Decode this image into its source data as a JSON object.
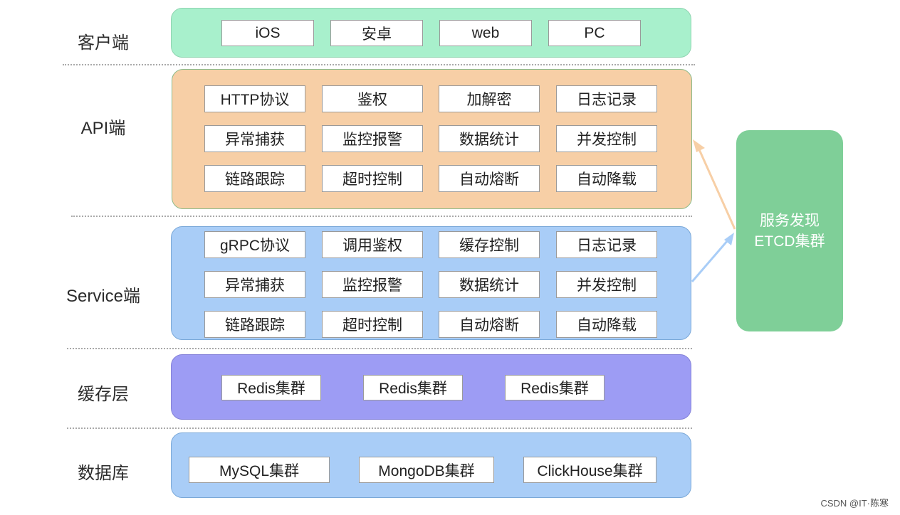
{
  "rows": [
    {
      "label": "客户端",
      "color": "#a8f0cc",
      "border": "#8fd4b0",
      "boxes": [
        [
          "iOS",
          "安卓",
          "web",
          "PC"
        ]
      ]
    },
    {
      "label": "API端",
      "color": "#f7cfa6",
      "border": "#8dbb8b",
      "boxes": [
        [
          "HTTP协议",
          "鉴权",
          "加解密",
          "日志记录"
        ],
        [
          "异常捕获",
          "监控报警",
          "数据统计",
          "并发控制"
        ],
        [
          "链路跟踪",
          "超时控制",
          "自动熔断",
          "自动降载"
        ]
      ]
    },
    {
      "label": "Service端",
      "color": "#a9cdf7",
      "border": "#7aa8d8",
      "boxes": [
        [
          "gRPC协议",
          "调用鉴权",
          "缓存控制",
          "日志记录"
        ],
        [
          "异常捕获",
          "监控报警",
          "数据统计",
          "并发控制"
        ],
        [
          "链路跟踪",
          "超时控制",
          "自动熔断",
          "自动降载"
        ]
      ]
    },
    {
      "label": "缓存层",
      "color": "#9d9cf4",
      "border": "#8582d8",
      "boxes": [
        [
          "Redis集群",
          "Redis集群",
          "Redis集群"
        ]
      ]
    },
    {
      "label": "数据库",
      "color": "#a9cdf7",
      "border": "#7aa8d8",
      "boxes": [
        [
          "MySQL集群",
          "MongoDB集群",
          "ClickHouse集群"
        ]
      ]
    }
  ],
  "service_discovery": {
    "line1": "服务发现",
    "line2": "ETCD集群",
    "color": "#7fcf98"
  },
  "arrow_colors": {
    "api": "#f7cfa6",
    "service": "#a9cdf7"
  },
  "watermark": "CSDN @IT·陈寒"
}
